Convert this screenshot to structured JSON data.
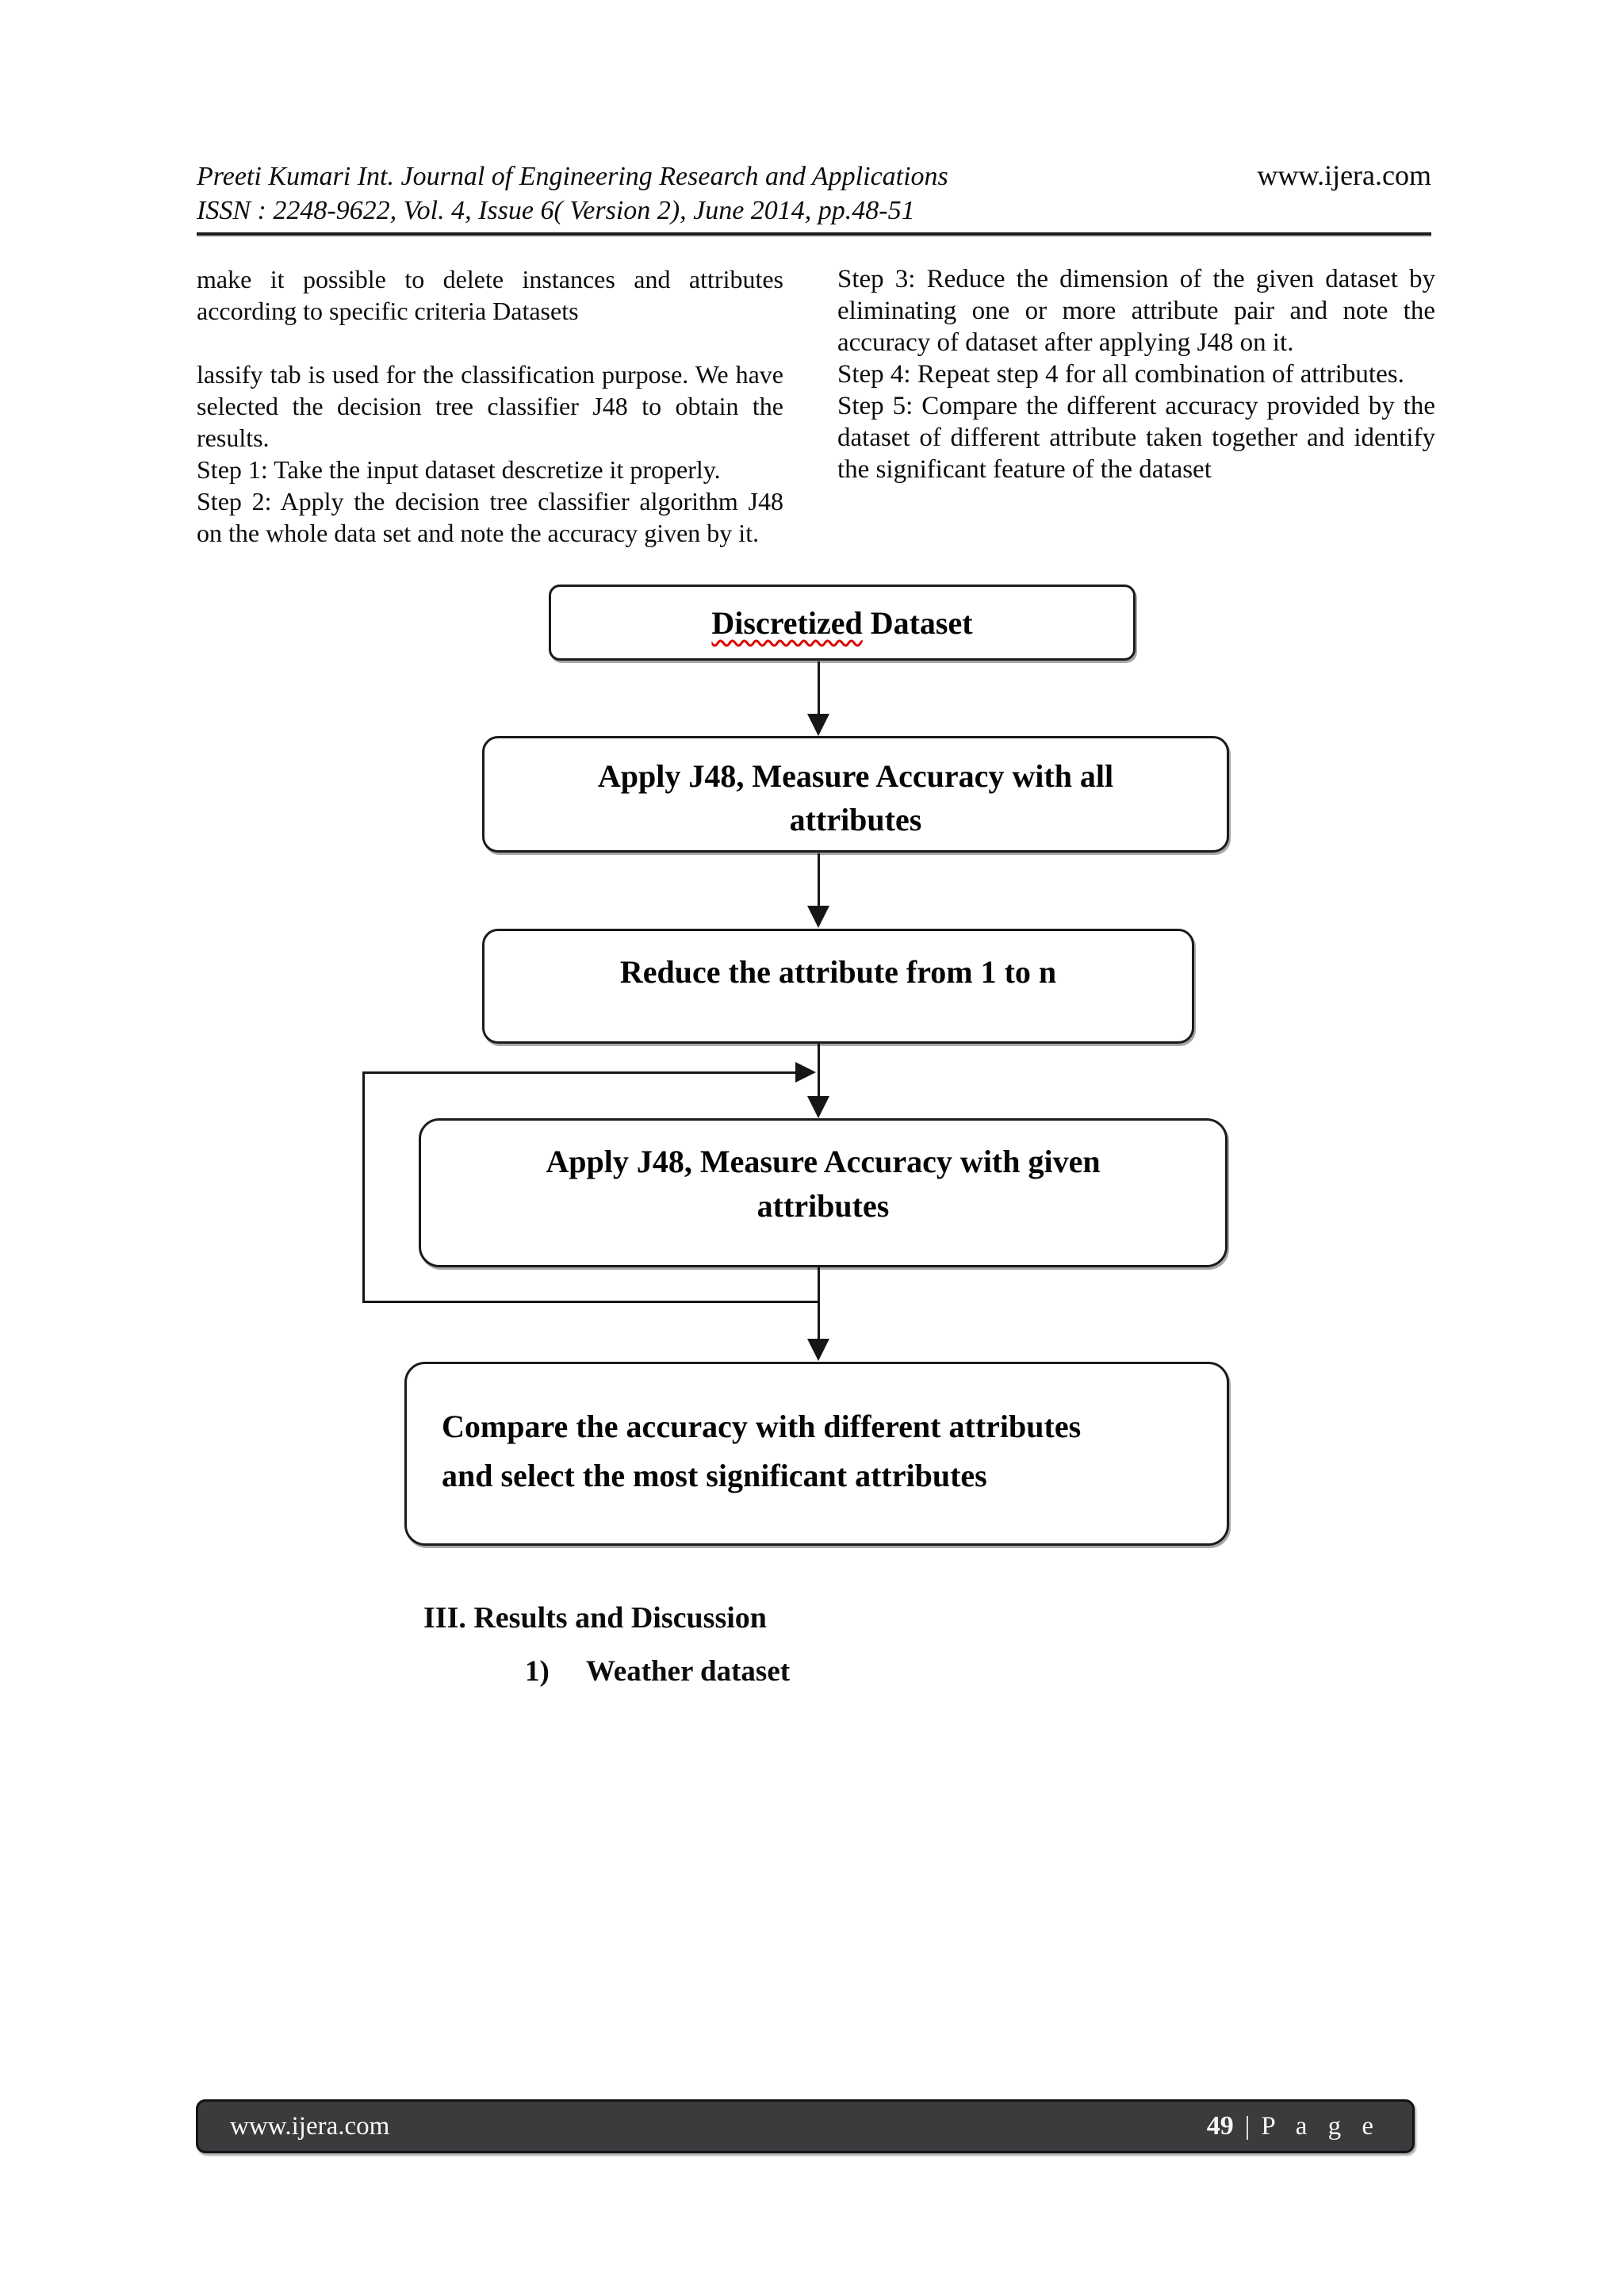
{
  "header": {
    "journal_line": "Preeti Kumari Int. Journal of Engineering Research and Applications",
    "website": "www.ijera.com",
    "issn_line": "ISSN : 2248-9622, Vol. 4, Issue 6( Version 2), June 2014, pp.48-51"
  },
  "article": {
    "left_column": {
      "para1": "make it possible to delete instances and attributes according to specific criteria Datasets",
      "para2": "lassify tab is used for the classification purpose. We have selected the decision tree classifier J48 to obtain the results.",
      "step1": "Step 1: Take the input dataset descretize it properly.",
      "step2": "Step 2: Apply the decision tree classifier algorithm J48 on the whole data set and note the accuracy given by it."
    },
    "right_column": {
      "step3": "Step 3: Reduce the dimension of the given dataset by eliminating one or more attribute pair and note the accuracy of dataset after applying J48 on it.",
      "step4": "Step 4: Repeat step 4 for all combination of attributes.",
      "step5": "Step 5: Compare the different accuracy provided by the dataset of different attribute taken together and identify the significant feature of the dataset"
    }
  },
  "flowchart": {
    "box1": {
      "underlined_word": "Discretized",
      "remainder": "Dataset",
      "underline_color": "#dd0000"
    },
    "box2": {
      "line1": "Apply J48, Measure Accuracy with all",
      "line2": "attributes"
    },
    "box3": {
      "line1": "Reduce the attribute from 1 to n"
    },
    "box4": {
      "line1": "Apply J48, Measure Accuracy with given",
      "line2": "attributes"
    },
    "box5": {
      "line1": "Compare the accuracy with different attributes",
      "line2": "and select the most significant attributes"
    }
  },
  "section": {
    "heading": "III. Results and Discussion",
    "item_number": "1)",
    "item_label": "Weather dataset"
  },
  "footer": {
    "website": "www.ijera.com",
    "page_number": "49",
    "divider": "|",
    "page_word": "P a g e",
    "bar_color": "#3b3b3d"
  }
}
